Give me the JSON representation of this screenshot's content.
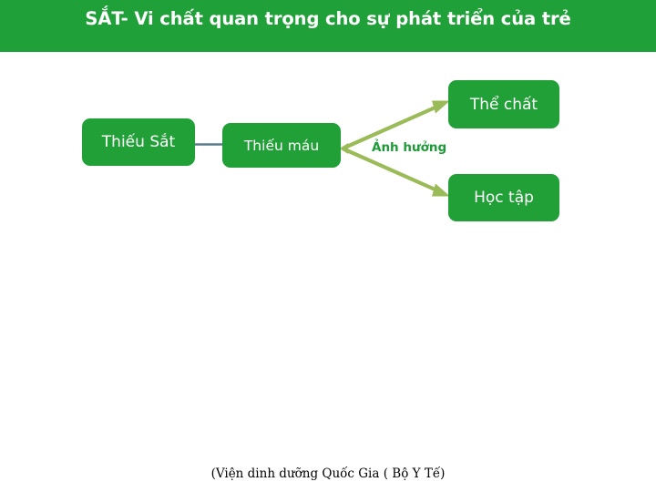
{
  "slide": {
    "title": "SẮT- Vi chất quan trọng cho sự phát triển của trẻ",
    "credit": "(Viện dinh dưỡng  Quốc Gia ( Bộ Y Tế)"
  },
  "colors": {
    "banner_green": "#20A038",
    "node_green": "#22A038",
    "arrow_olive": "#9BBB59",
    "connector_gray_blue": "#5A7B8C",
    "label_green": "#1E9B38",
    "text_white": "#FFFFFF",
    "credit_black": "#000000",
    "background": "#FFFFFF"
  },
  "diagram": {
    "nodes": [
      {
        "id": "thieu-sat",
        "label": "Thiếu Sắt"
      },
      {
        "id": "thieu-mau",
        "label": "Thiếu máu"
      },
      {
        "id": "the-chat",
        "label": "Thể chất"
      },
      {
        "id": "hoc-tap",
        "label": "Học tập"
      }
    ],
    "arrow_label": "Ảnh hưởng",
    "connectors": [
      {
        "from": "thieu-sat",
        "to": "thieu-mau",
        "style": "plain-line"
      },
      {
        "from": "thieu-mau",
        "to": "the-chat",
        "style": "arrow"
      },
      {
        "from": "thieu-mau",
        "to": "hoc-tap",
        "style": "arrow"
      }
    ]
  }
}
